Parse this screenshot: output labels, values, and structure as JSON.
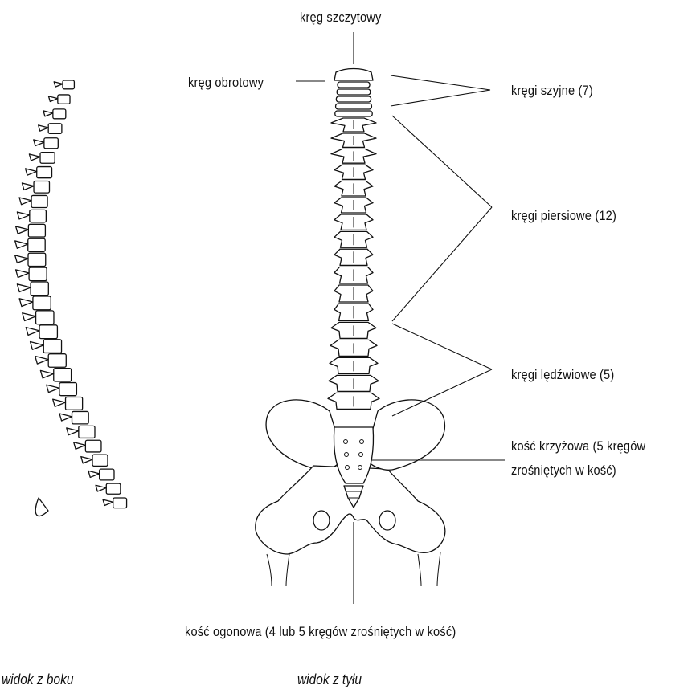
{
  "labels": {
    "atlas": "kręg szczytowy",
    "axis": "kręg obrotowy",
    "cervical": "kręgi szyjne (7)",
    "thoracic": "kręgi piersiowe (12)",
    "lumbar": "kręgi lędźwiowe (5)",
    "sacrum_line1": "kość krzyżowa (5 kręgów",
    "sacrum_line2": "zrośniętych w kość)",
    "coccyx": "kość ogonowa (4 lub 5 kręgów zrośniętych w kość)"
  },
  "captions": {
    "side_view": "widok z boku",
    "back_view": "widok z tyłu"
  },
  "colors": {
    "line": "#111111",
    "background": "#ffffff"
  }
}
